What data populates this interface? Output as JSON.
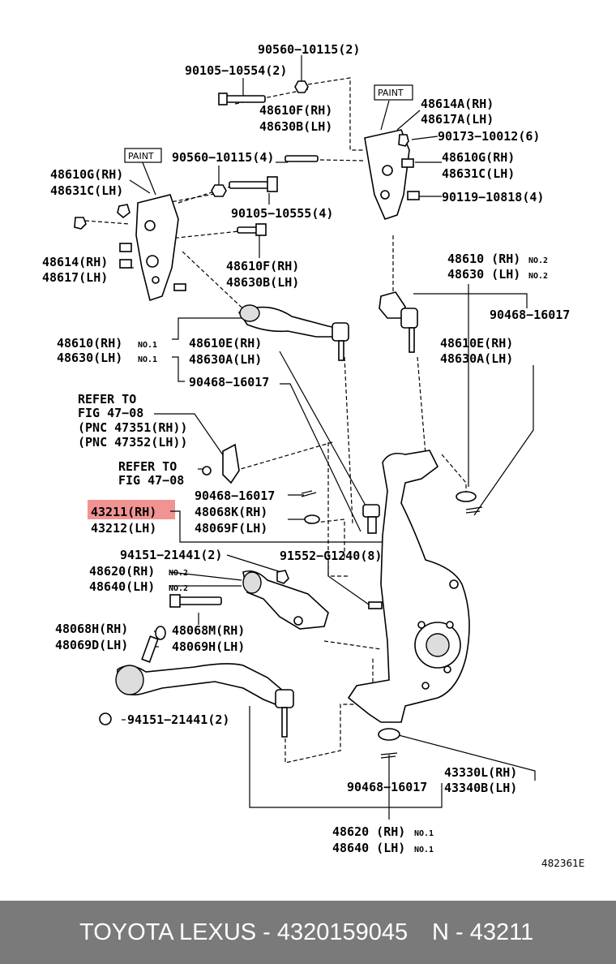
{
  "labels": {
    "l01": "90560−10115(2)",
    "l02": "90105−10554(2)",
    "l03": "48614A(RH)",
    "l04": "48617A(LH)",
    "l05": "48610F(RH)",
    "l06": "48630B(LH)",
    "l07": "90173−10012(6)",
    "l08": "90560−10115(4)",
    "l09": "48610G(RH)",
    "l10": "48631C(LH)",
    "l11": "48610G(RH)",
    "l12": "48631C(LH)",
    "l13": "90119−10818(4)",
    "l14": "90105−10555(4)",
    "l15": "48610F(RH)",
    "l16": "48630B(LH)",
    "l17": "48614(RH)",
    "l18": "48617(LH)",
    "l19": "48610 (RH)",
    "l19s": "NO.2",
    "l20": "48630 (LH)",
    "l20s": "NO.2",
    "l21": "90468−16017",
    "l22": "48610(RH)",
    "l22s": "NO.1",
    "l23": "48630(LH)",
    "l23s": "NO.1",
    "l24": "48610E(RH)",
    "l25": "48630A(LH)",
    "l26": "48610E(RH)",
    "l27": "48630A(LH)",
    "l28": "90468−16017",
    "l29": "REFER TO",
    "l30": "FIG 47−08",
    "l31": "(PNC 47351(RH))",
    "l32": "(PNC 47352(LH))",
    "l33": "REFER TO",
    "l34": "FIG 47−08",
    "l35": "90468−16017",
    "l36": "43211(RH)",
    "l37": "48068K(RH)",
    "l38": "43212(LH)",
    "l39": "48069F(LH)",
    "l40": "94151−21441(2)",
    "l41": "91552−G1240(8)",
    "l42": "48620(RH)",
    "l42s": "NO.2",
    "l43": "48640(LH)",
    "l43s": "NO.2",
    "l44": "48068H(RH)",
    "l45": "48068M(RH)",
    "l46": "48069D(LH)",
    "l47": "48069H(LH)",
    "l48": "94151−21441(2)",
    "l49": "43330L(RH)",
    "l50": "43340B(LH)",
    "l51": "90468−16017",
    "l52": "48620 (RH)",
    "l52s": "NO.1",
    "l53": "48640 (LH)",
    "l53s": "NO.1",
    "paint1": "PAINT",
    "paint2": "PAINT",
    "code": "482361E"
  },
  "colors": {
    "highlight": "#f08080"
  },
  "footer": {
    "left": "TOYOTA LEXUS - 4320159045",
    "right": "N - 43211"
  }
}
